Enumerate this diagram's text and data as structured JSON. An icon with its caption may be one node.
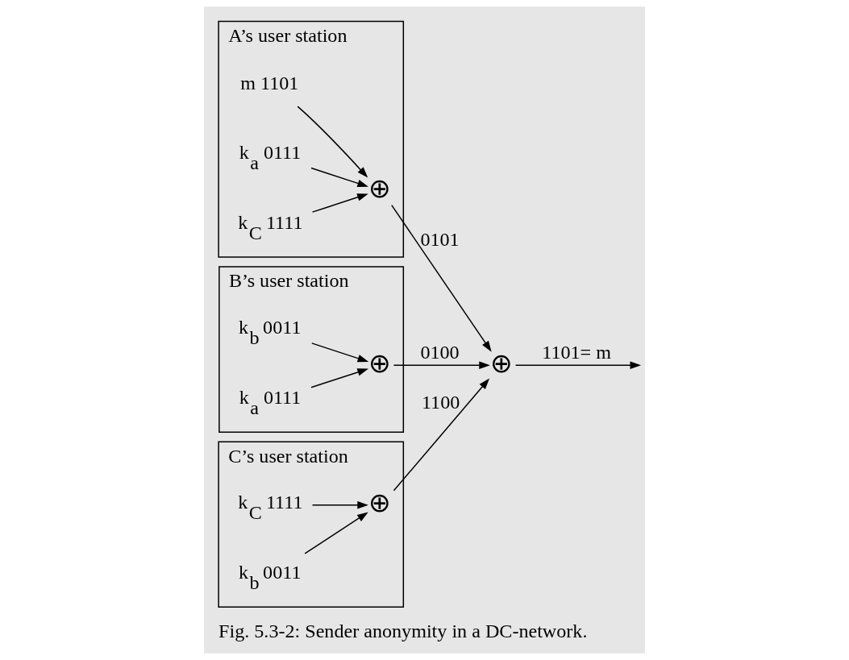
{
  "diagram": {
    "caption": "Fig. 5.3-2: Sender anonymity in a DC-network.",
    "nodes": [
      {
        "text": [
          "A’s user station"
        ]
      },
      {
        "text": [
          "m 1101"
        ],
        "in": 0
      },
      {
        "text": [
          "k$_{a}$ 0111"
        ],
        "in": 0
      },
      {
        "text": [
          "k$_{C}$ 1111"
        ],
        "in": 0
      },
      {
        "text": [
          "⊕"
        ],
        "in": 0
      },
      {
        "text": [
          "B’s user station"
        ]
      },
      {
        "text": [
          "k$_{b}$ 0011"
        ],
        "in": 5
      },
      {
        "text": [
          "k$_{a}$ 0111"
        ],
        "in": 5
      },
      {
        "text": [
          "⊕"
        ],
        "in": 5
      },
      {
        "text": [
          "C’s user station"
        ]
      },
      {
        "text": [
          "k$_{C}$ 1111"
        ],
        "in": 9
      },
      {
        "text": [
          "k$_{b}$ 0011"
        ],
        "in": 9
      },
      {
        "text": [
          "⊕"
        ],
        "in": 9
      },
      {
        "text": [
          "⊕"
        ]
      }
    ],
    "edges": [
      {
        "from": 1,
        "to": 4,
        "arrow": "to"
      },
      {
        "from": 2,
        "to": 4,
        "arrow": "to"
      },
      {
        "from": 3,
        "to": 4,
        "arrow": "to"
      },
      {
        "from": 4,
        "to": 13,
        "arrow": "to",
        "label": "0101"
      },
      {
        "from": 6,
        "to": 8,
        "arrow": "to"
      },
      {
        "from": 7,
        "to": 8,
        "arrow": "to"
      },
      {
        "from": 8,
        "to": 13,
        "arrow": "to",
        "label": "0100"
      },
      {
        "from": 10,
        "to": 12,
        "arrow": "to"
      },
      {
        "from": 11,
        "to": 12,
        "arrow": "to"
      },
      {
        "from": 12,
        "to": 13,
        "arrow": "to",
        "label": "1100"
      },
      {
        "from": 13,
        "to": null,
        "arrow": "to",
        "label": "1101= m"
      }
    ]
  }
}
